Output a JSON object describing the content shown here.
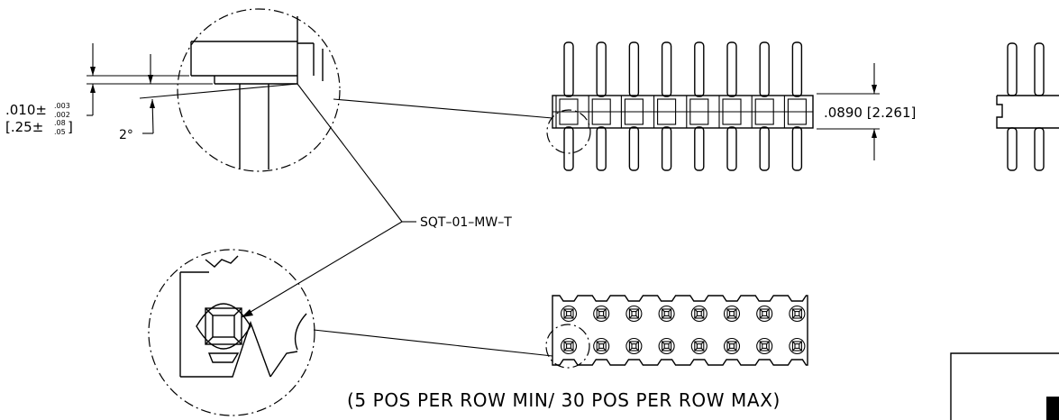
{
  "drawing": {
    "tolerance": {
      "inch_value": ".010±",
      "inch_plus": ".003",
      "inch_minus": ".002",
      "mm_value": "[.25±",
      "mm_plus": ".08",
      "mm_minus": ".05",
      "mm_close": "]"
    },
    "angle_label": "2°",
    "height_dimension": ".0890 [2.261]",
    "part_number": "SQT–01–MW–T",
    "row_note": "(5 POS PER ROW MIN/ 30 POS PER ROW MAX)",
    "side_view_positions": 8,
    "top_view_columns": 8,
    "top_view_rows": 2
  }
}
